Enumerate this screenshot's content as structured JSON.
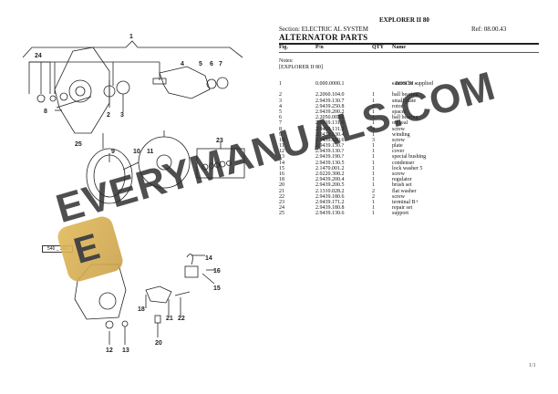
{
  "header": {
    "model": "EXPLORER II 80",
    "section": "Section: ELECTRIC AL SYSTEM",
    "ref": "Ref: 08.00.43",
    "title": "ALTERNATOR PARTS"
  },
  "table": {
    "columns": {
      "fig": "Fig.",
      "pn": "P/n",
      "qty": "QTY",
      "name": "Name"
    },
    "notes_label": "Notes:",
    "notes_value": "[EXPLORER II 80]",
    "rows": [
      {
        "fig": "1",
        "pn": "0.000.0000.1",
        "qty": "",
        "name": "cannot be supplied",
        "sub": "- BOSCH -"
      },
      {
        "fig": "2",
        "pn": "2.2060.104.0",
        "qty": "1",
        "name": "ball bearing"
      },
      {
        "fig": "3",
        "pn": "2.9439.130.7",
        "qty": "1",
        "name": "small plate"
      },
      {
        "fig": "4",
        "pn": "2.9439.250.8",
        "qty": "1",
        "name": "rotor"
      },
      {
        "fig": "5",
        "pn": "2.9439.200.2",
        "qty": "1",
        "name": "spacer"
      },
      {
        "fig": "6",
        "pn": "2.2050.002.0",
        "qty": "1",
        "name": "ball bearing"
      },
      {
        "fig": "7",
        "pn": "2.9439.131.0",
        "qty": "1",
        "name": "oil seal"
      },
      {
        "fig": "8",
        "pn": "2.9439.131.2",
        "qty": "4",
        "name": "screw"
      },
      {
        "fig": "9",
        "pn": "2.9439.130.4",
        "qty": "1",
        "name": "winding"
      },
      {
        "fig": "10",
        "pn": "2.9439.180.6",
        "qty": "3",
        "name": "screw"
      },
      {
        "fig": "11",
        "pn": "2.9439.130.?",
        "qty": "1",
        "name": "plate"
      },
      {
        "fig": "12",
        "pn": "2.9439.130.?",
        "qty": "1",
        "name": "cover"
      },
      {
        "fig": "13",
        "pn": "2.9439.190.?",
        "qty": "1",
        "name": "special bushing"
      },
      {
        "fig": "14",
        "pn": "2.9439.130.5",
        "qty": "1",
        "name": "condenser"
      },
      {
        "fig": "15",
        "pn": "2.1470.001.2",
        "qty": "1",
        "name": "lock washer 5"
      },
      {
        "fig": "16",
        "pn": "2.0220.308.2",
        "qty": "1",
        "name": "screw"
      },
      {
        "fig": "18",
        "pn": "2.9439.200.4",
        "qty": "1",
        "name": "regulator"
      },
      {
        "fig": "20",
        "pn": "2.9439.200.5",
        "qty": "1",
        "name": "brush set"
      },
      {
        "fig": "21",
        "pn": "2.1310.028.2",
        "qty": "2",
        "name": "flat washer"
      },
      {
        "fig": "22",
        "pn": "2.9439.180.6",
        "qty": "2",
        "name": "screw"
      },
      {
        "fig": "23",
        "pn": "2.9439.171.2",
        "qty": "1",
        "name": "terminal B+"
      },
      {
        "fig": "24",
        "pn": "2.9439.180.8",
        "qty": "1",
        "name": "repair set"
      },
      {
        "fig": "25",
        "pn": "2.9439.130.6",
        "qty": "1",
        "name": "support"
      }
    ]
  },
  "diagram": {
    "figure_id": "546 _ 306",
    "callouts": [
      "1",
      "2",
      "3",
      "4",
      "5",
      "6",
      "7",
      "8",
      "9",
      "10",
      "11",
      "12",
      "13",
      "14",
      "15",
      "16",
      "18",
      "20",
      "21",
      "22",
      "23",
      "24",
      "25"
    ]
  },
  "watermark": {
    "text": "EVERYMANUALS.COM",
    "logo_letter": "E",
    "accent": "#E2BA5C"
  },
  "footer": {
    "page": "1/1"
  }
}
